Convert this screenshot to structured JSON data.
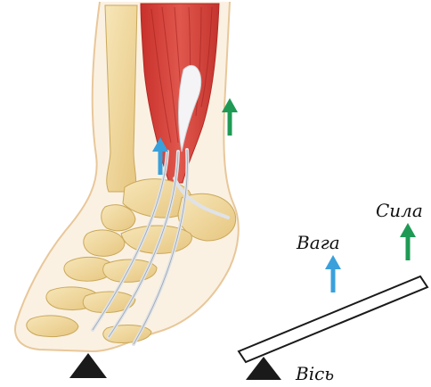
{
  "labels": {
    "weight": "Вага",
    "force": "Сила",
    "axis": "Вісь"
  },
  "colors": {
    "weight_arrow": "#3aa0dc",
    "force_arrow": "#1f9a55",
    "muscle": "#d9403a",
    "bone": "#f0d9a0",
    "tendon": "#e4e8ee",
    "skin_outline": "#e9c9a0",
    "fulcrum": "#1a1a1a"
  },
  "icons": {
    "fulcrum": "triangle-fulcrum-icon",
    "weight": "arrow-up-blue-icon",
    "force": "arrow-up-green-icon"
  }
}
